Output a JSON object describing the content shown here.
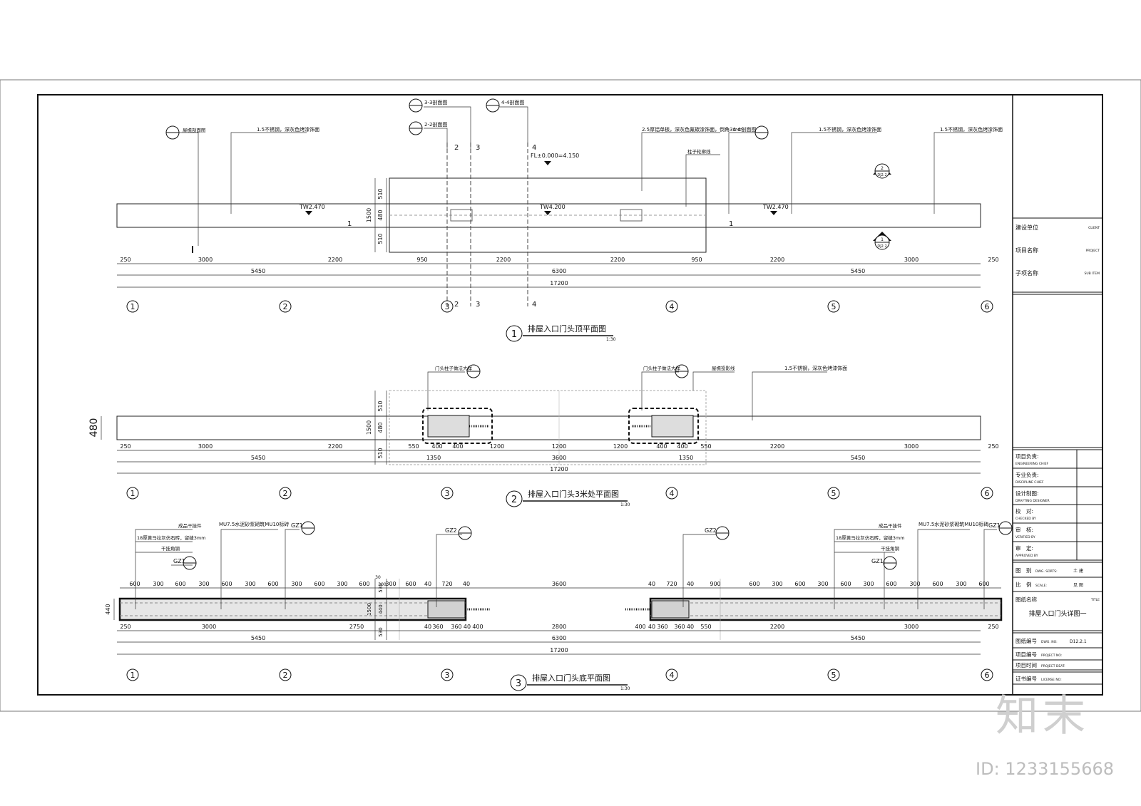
{
  "plan1": {
    "title": "排屋入口门头顶平面图",
    "scale": "1:30",
    "num": "1",
    "notes": {
      "a": "屋檐剖面图",
      "b": "1.5不锈钢，深灰色烤漆饰面",
      "c": "3-3剖面图",
      "d": "2-2剖面图",
      "e": "4-4剖面图",
      "f": "FL±0.000=4.150",
      "g": "2.5厚铝单板，深灰色氟碳漆饰面，倒角3mm",
      "h": "1-1剖面图",
      "i": "柱子轮廓线",
      "j": "1.5不锈钢，深灰色烤漆饰面",
      "k": "1.5不锈钢，深灰色烤漆饰面"
    },
    "tw_left": "TW2.470",
    "tw_mid": "TW4.200",
    "tw_right": "TW2.470",
    "sec_ref_top": "2",
    "sec_ref_top_sheet": "DJ2.2",
    "sec_ref_bot": "1",
    "sec_ref_bot_sheet": "DJ2.2",
    "dim_row1": [
      "250",
      "3000",
      "2200",
      "950",
      "2200",
      "2200",
      "950",
      "2200",
      "3000",
      "250"
    ],
    "dim_row2": [
      "5450",
      "6300",
      "5450"
    ],
    "dim_total": "17200",
    "vert_dims": [
      "510",
      "480",
      "510"
    ],
    "vert_total": "1500",
    "cut": [
      "1",
      "1",
      "2",
      "3",
      "4",
      "2",
      "3",
      "4"
    ]
  },
  "plan2": {
    "title": "排屋入口门头3米处平面图",
    "scale": "1:30",
    "num": "2",
    "notes": {
      "a": "门头柱子做法大样",
      "b": "门头柱子做法大样",
      "c": "屋檐投影线",
      "d": "1.5不锈钢，深灰色烤漆饰面"
    },
    "side_dim": "480",
    "dim_row1": [
      "250",
      "3000",
      "2200",
      "550",
      "400",
      "400",
      "1200",
      "1200",
      "1200",
      "400",
      "400",
      "550",
      "2200",
      "3000",
      "250"
    ],
    "dim_row2": [
      "5450",
      "1350",
      "3600",
      "1350",
      "5450"
    ],
    "dim_total": "17200",
    "vert_dims": [
      "510",
      "480",
      "510"
    ],
    "vert_total": "1500"
  },
  "plan3": {
    "title": "排屋入口门头底平面图",
    "scale": "1:30",
    "num": "3",
    "notes": {
      "a": "成品干挂件",
      "b": "18厚黄马拉灰仿石砖，留缝3mm",
      "c": "干挂角钢",
      "d": "MU7.5水泥砂浆砌筑MU10标砖",
      "e": "GZ1",
      "f": "GZ1",
      "g": "GZ2",
      "h": "GZ2",
      "i": "成品干挂件",
      "j": "18厚黄马拉灰仿石砖，留缝3mm",
      "k": "干挂角钢",
      "l": "MU7.5水泥砂浆砌筑MU10标砖",
      "m": "GZ1",
      "n": "GZ1"
    },
    "side_dim": "440",
    "top_left": [
      "600",
      "300",
      "600",
      "300",
      "600",
      "300",
      "600",
      "300",
      "600",
      "300",
      "600",
      "300",
      "30",
      "300",
      "600",
      "40",
      "720",
      "40"
    ],
    "top_mid": "3600",
    "top_right": [
      "40",
      "720",
      "40",
      "900",
      "600",
      "300",
      "600",
      "300",
      "600",
      "300",
      "600",
      "300",
      "600",
      "300",
      "600"
    ],
    "dim_row1": [
      "250",
      "3000",
      "2750",
      "40",
      "360",
      "360",
      "40",
      "400",
      "2800",
      "400",
      "40",
      "360",
      "360",
      "40",
      "550",
      "2200",
      "3000",
      "250"
    ],
    "dim_row2": [
      "5450",
      "6300",
      "5450"
    ],
    "dim_total": "17200",
    "vert_dims": [
      "530",
      "440",
      "530"
    ],
    "vert_total": "1500"
  },
  "grid": [
    "1",
    "2",
    "3",
    "4",
    "5",
    "6"
  ],
  "title_block": {
    "client": "建设单位",
    "client_en": "CLIENT",
    "project": "项目名称",
    "project_en": "PROJECT",
    "sub_item": "子项名称",
    "sub_item_en": "SUB ITEM",
    "eng_chief": "项目负责:",
    "eng_chief_en": "ENGINEERING CHIEF",
    "disc_chief": "专业负责:",
    "disc_chief_en": "DISCIPLINE CHIEF",
    "drafting": "设计制图:",
    "drafting_en": "DRAFTING DESIGNER",
    "checked": "校　对:",
    "checked_en": "CHECKED BY",
    "verified": "审　核:",
    "verified_en": "VERIFIED BY",
    "approved": "审　定:",
    "approved_en": "APPROVED BY",
    "sorts": "图　别",
    "sorts_en": "DWG. SORTS:",
    "sorts_val": "土 建",
    "scale": "比　例",
    "scale_en": "SCALE:",
    "scale_val": "见 图",
    "title": "图纸名称",
    "title_en": "TITLE",
    "title_val": "排屋入口门头详图一",
    "dwg_no": "图纸编号",
    "dwg_no_en": "DWG. NO:",
    "dwg_no_val": "D12.2.1",
    "proj_no": "项目编号",
    "proj_no_en": "PROJECT NO:",
    "proj_date": "项目时间",
    "proj_date_en": "PROJECT DEAT:",
    "license": "证书编号",
    "license_en": "LICENSE NO:"
  },
  "watermark": {
    "logo": "知末",
    "id": "ID: 1233155668"
  }
}
